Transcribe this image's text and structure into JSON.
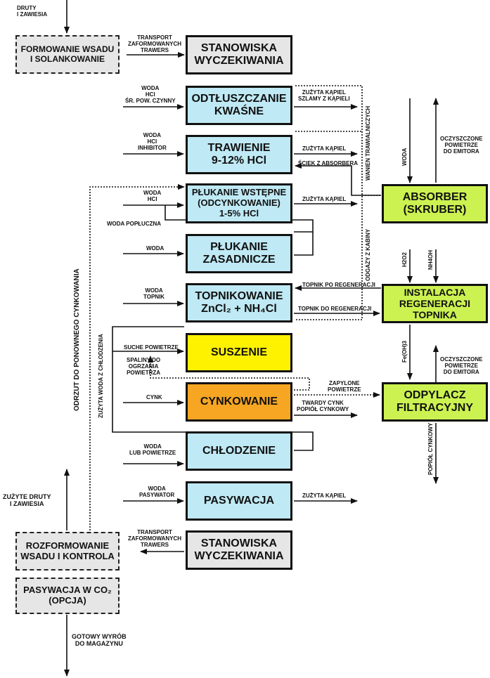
{
  "boxes": {
    "formowanie": "FORMOWANIE  WSADU\nI SOLANKOWANIE",
    "stanowiska_top": "STANOWISKA\nWYCZEKIWANIA",
    "odtluszczanie": "ODTŁUSZCZANIE\nKWAŚNE",
    "trawienie": "TRAWIENIE\n9-12% HCl",
    "plukanie_wstepne": "PŁUKANIE WSTĘPNE\n(ODCYNKOWANIE)\n1-5% HCl",
    "plukanie_zasadnicze": "PŁUKANIE\nZASADNICZE",
    "topnikowanie": "TOPNIKOWANIE\nZnCl₂ + NH₄Cl",
    "suszenie": "SUSZENIE",
    "cynkowanie": "CYNKOWANIE",
    "chlodzenie": "CHŁODZENIE",
    "pasywacja": "PASYWACJA",
    "stanowiska_bottom": "STANOWISKA\nWYCZEKIWANIA",
    "rozformowanie": "ROZFORMOWANIE\nWSADU I KONTROLA",
    "pasywacja_co2": "PASYWACJA W CO₂\n(OPCJA)",
    "absorber": "ABSORBER\n(SKRUBER)",
    "instalacja": "INSTALACJA\nREGENERACJI\nTOPNIKA",
    "odpylacz": "ODPYLACZ\nFILTRACYJNY"
  },
  "labels": {
    "druty_in": "DRUTY\nI ZAWIESIA",
    "transport_top": "TRANSPORT\nZAFORMOWANYCH\nTRAWERS",
    "odt_inputs": "WODA\nHCl\nŚR. POW. CZYNNY",
    "odt_out": "ZUŻYTA KĄPIEL\nSZLAMY Z KĄPIELI",
    "traw_inputs": "WODA\nHCl\nINHIBITOR",
    "traw_out": "ZUŻYTA KĄPIEL",
    "sciek": "ŚCIEK Z ABSORBERA",
    "plw_inputs": "WODA\nHCl",
    "plw_out": "ZUŻYTA KĄPIEL",
    "woda_popluczna": "WODA POPŁUCZNA",
    "plz_input": "WODA",
    "top_inputs": "WODA\nTOPNIK",
    "topnik_po": "TOPNIK PO REGENERACJI",
    "topnik_do": "TOPNIK DO REGENERACJI",
    "suche": "SUCHE POWIETRZE",
    "spaliny": "SPALINY DO\nOGRZANIA\nPOWIETRZA",
    "cynk": "CYNK",
    "zapylone": "ZAPYLONE\nPOWIETRZE",
    "twardy": "TWARDY CYNK\nPOPIÓŁ CYNKOWY",
    "chl_inputs": "WODA\nLUB POWIETRZE",
    "pas_inputs": "WODA\nPASYWATOR",
    "pas_out": "ZUŻYTA KĄPIEL",
    "transport_bottom": "TRANSPORT\nZAFORMOWANYCH\nTRAWERS",
    "zuzyte_druty": "ZUŻYTE DRUTY\nI ZAWIESIA",
    "gotowy": "GOTOWY WYRÓB\nDO MAGAZYNU",
    "odrzut": "ODRZUT DO PONOWNEGO CYNKOWANIA",
    "zuzyta_woda": "ZUŻYTA WODA Z CHŁODZENIA",
    "odgazy": "ODGAZY Z KABINY",
    "wanien": "WANIEN TRAWIALNICZYCH",
    "woda_abs": "WODA",
    "oczyszczone_1": "OCZYSZCZONE\nPOWIETRZE\nDO EMITORA",
    "h2o2": "H2O2",
    "nh4oh": "NH4OH",
    "feoh3": "Fe(OH)3",
    "oczyszczone_2": "OCZYSZCZONE\nPOWIETRZE\nDO EMITORA",
    "popiol": "POPIÓŁ CYNKOWY"
  }
}
